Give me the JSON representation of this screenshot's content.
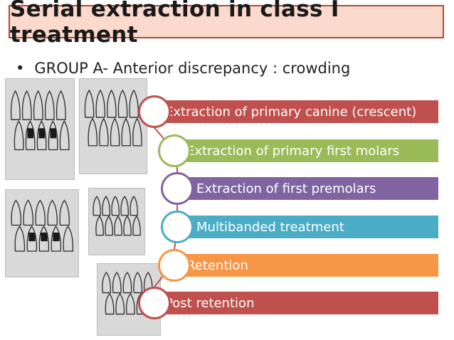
{
  "slide": {
    "title": "Serial extraction in class I treatment",
    "bullet": "GROUP A- Anterior discrepancy : crowding",
    "bullet_marker": "•",
    "title_fill": "#fbd9cc",
    "title_border": "#b04a33"
  },
  "steps": [
    {
      "label": "Extraction of primary canine (crescent)",
      "color": "#c0504d"
    },
    {
      "label": "Extraction of primary first molars",
      "color": "#9bbb59"
    },
    {
      "label": "Extraction of first premolars",
      "color": "#8064a2"
    },
    {
      "label": "Multibanded treatment",
      "color": "#4bacc6"
    },
    {
      "label": "Retention",
      "color": "#f79646"
    },
    {
      "label": "Post retention",
      "color": "#c0504d"
    }
  ],
  "images": [
    {
      "name": "dental-sketch-1"
    },
    {
      "name": "dental-sketch-2"
    },
    {
      "name": "dental-sketch-3"
    },
    {
      "name": "dental-sketch-4"
    },
    {
      "name": "dental-sketch-5"
    }
  ]
}
